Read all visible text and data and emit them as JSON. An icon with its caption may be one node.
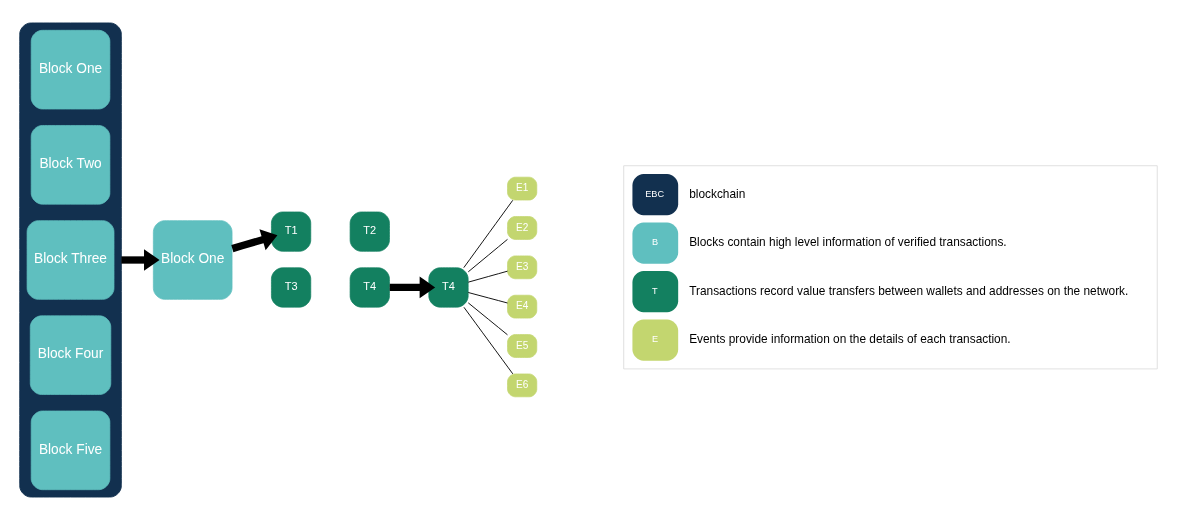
{
  "diagram": {
    "nodes": [
      {
        "text": [],
        "shape": "box"
      },
      {
        "text": [
          "Block One"
        ],
        "in": 0
      },
      {
        "text": [
          "Block Two"
        ],
        "in": 0
      },
      {
        "text": [
          "Block Three"
        ],
        "in": 0
      },
      {
        "text": [
          "Block Four"
        ],
        "in": 0
      },
      {
        "text": [
          "Block Five"
        ],
        "in": 0
      },
      {
        "text": [
          "Block One"
        ]
      },
      {
        "text": [
          "T1"
        ]
      },
      {
        "text": [
          "T2"
        ]
      },
      {
        "text": [
          "T3"
        ]
      },
      {
        "text": [
          "T4"
        ]
      },
      {
        "text": [
          "T4"
        ]
      },
      {
        "text": [
          "E1"
        ]
      },
      {
        "text": [
          "E2"
        ]
      },
      {
        "text": [
          "E3"
        ]
      },
      {
        "text": [
          "E4"
        ]
      },
      {
        "text": [
          "E5"
        ]
      },
      {
        "text": [
          "E6"
        ]
      }
    ],
    "edges": [
      {
        "from": 0,
        "to": 6,
        "arrow": "to",
        "style": "thick"
      },
      {
        "from": 6,
        "to": 7,
        "arrow": "to",
        "style": "thick"
      },
      {
        "from": 10,
        "to": 11,
        "arrow": "to",
        "style": "thick"
      },
      {
        "from": 11,
        "to": 12,
        "arrow": "none"
      },
      {
        "from": 11,
        "to": 13,
        "arrow": "none"
      },
      {
        "from": 11,
        "to": 14,
        "arrow": "none"
      },
      {
        "from": 11,
        "to": 15,
        "arrow": "none"
      },
      {
        "from": 11,
        "to": 16,
        "arrow": "none"
      },
      {
        "from": 11,
        "to": 17,
        "arrow": "none"
      }
    ],
    "labels": [
      "EBC",
      "B",
      "T",
      "E"
    ],
    "legend": [
      {
        "text": "blockchain",
        "color": "#12304f"
      },
      {
        "text": "Blocks contain high level information of verified transactions.",
        "color": "#5fbfbf"
      },
      {
        "text": "Transactions record value transfers between wallets and addresses on the network.",
        "color": "#138060"
      },
      {
        "text": "Events provide information on the details of each transaction.",
        "color": "#c3d66f"
      }
    ]
  }
}
